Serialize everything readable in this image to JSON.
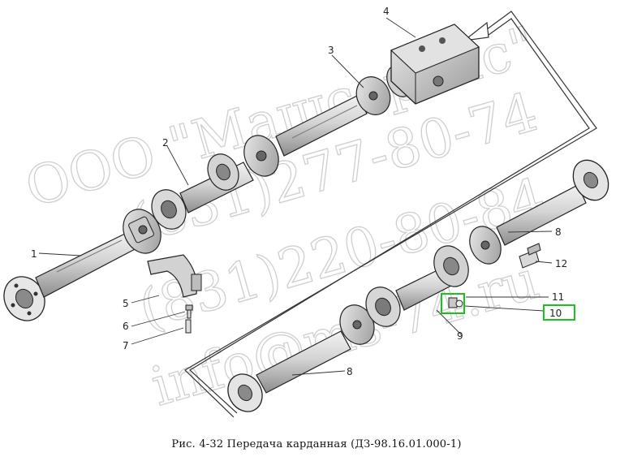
{
  "caption": "Рис. 4-32 Передача карданная (ДЗ-98.16.01.000-1)",
  "watermark": {
    "lines": [
      "ООО \"Машсервис\"",
      "(831)277-80-74",
      "(831)220-80-84",
      "info@ms-74.ru"
    ]
  },
  "callouts": [
    {
      "id": "1",
      "label": "1"
    },
    {
      "id": "2",
      "label": "2"
    },
    {
      "id": "3",
      "label": "3"
    },
    {
      "id": "4",
      "label": "4"
    },
    {
      "id": "5",
      "label": "5"
    },
    {
      "id": "6",
      "label": "6"
    },
    {
      "id": "7",
      "label": "7"
    },
    {
      "id": "8a",
      "label": "8"
    },
    {
      "id": "8b",
      "label": "8"
    },
    {
      "id": "9",
      "label": "9"
    },
    {
      "id": "10",
      "label": "10"
    },
    {
      "id": "11",
      "label": "11"
    },
    {
      "id": "12",
      "label": "12"
    }
  ],
  "highlight_color": "#19c21e"
}
